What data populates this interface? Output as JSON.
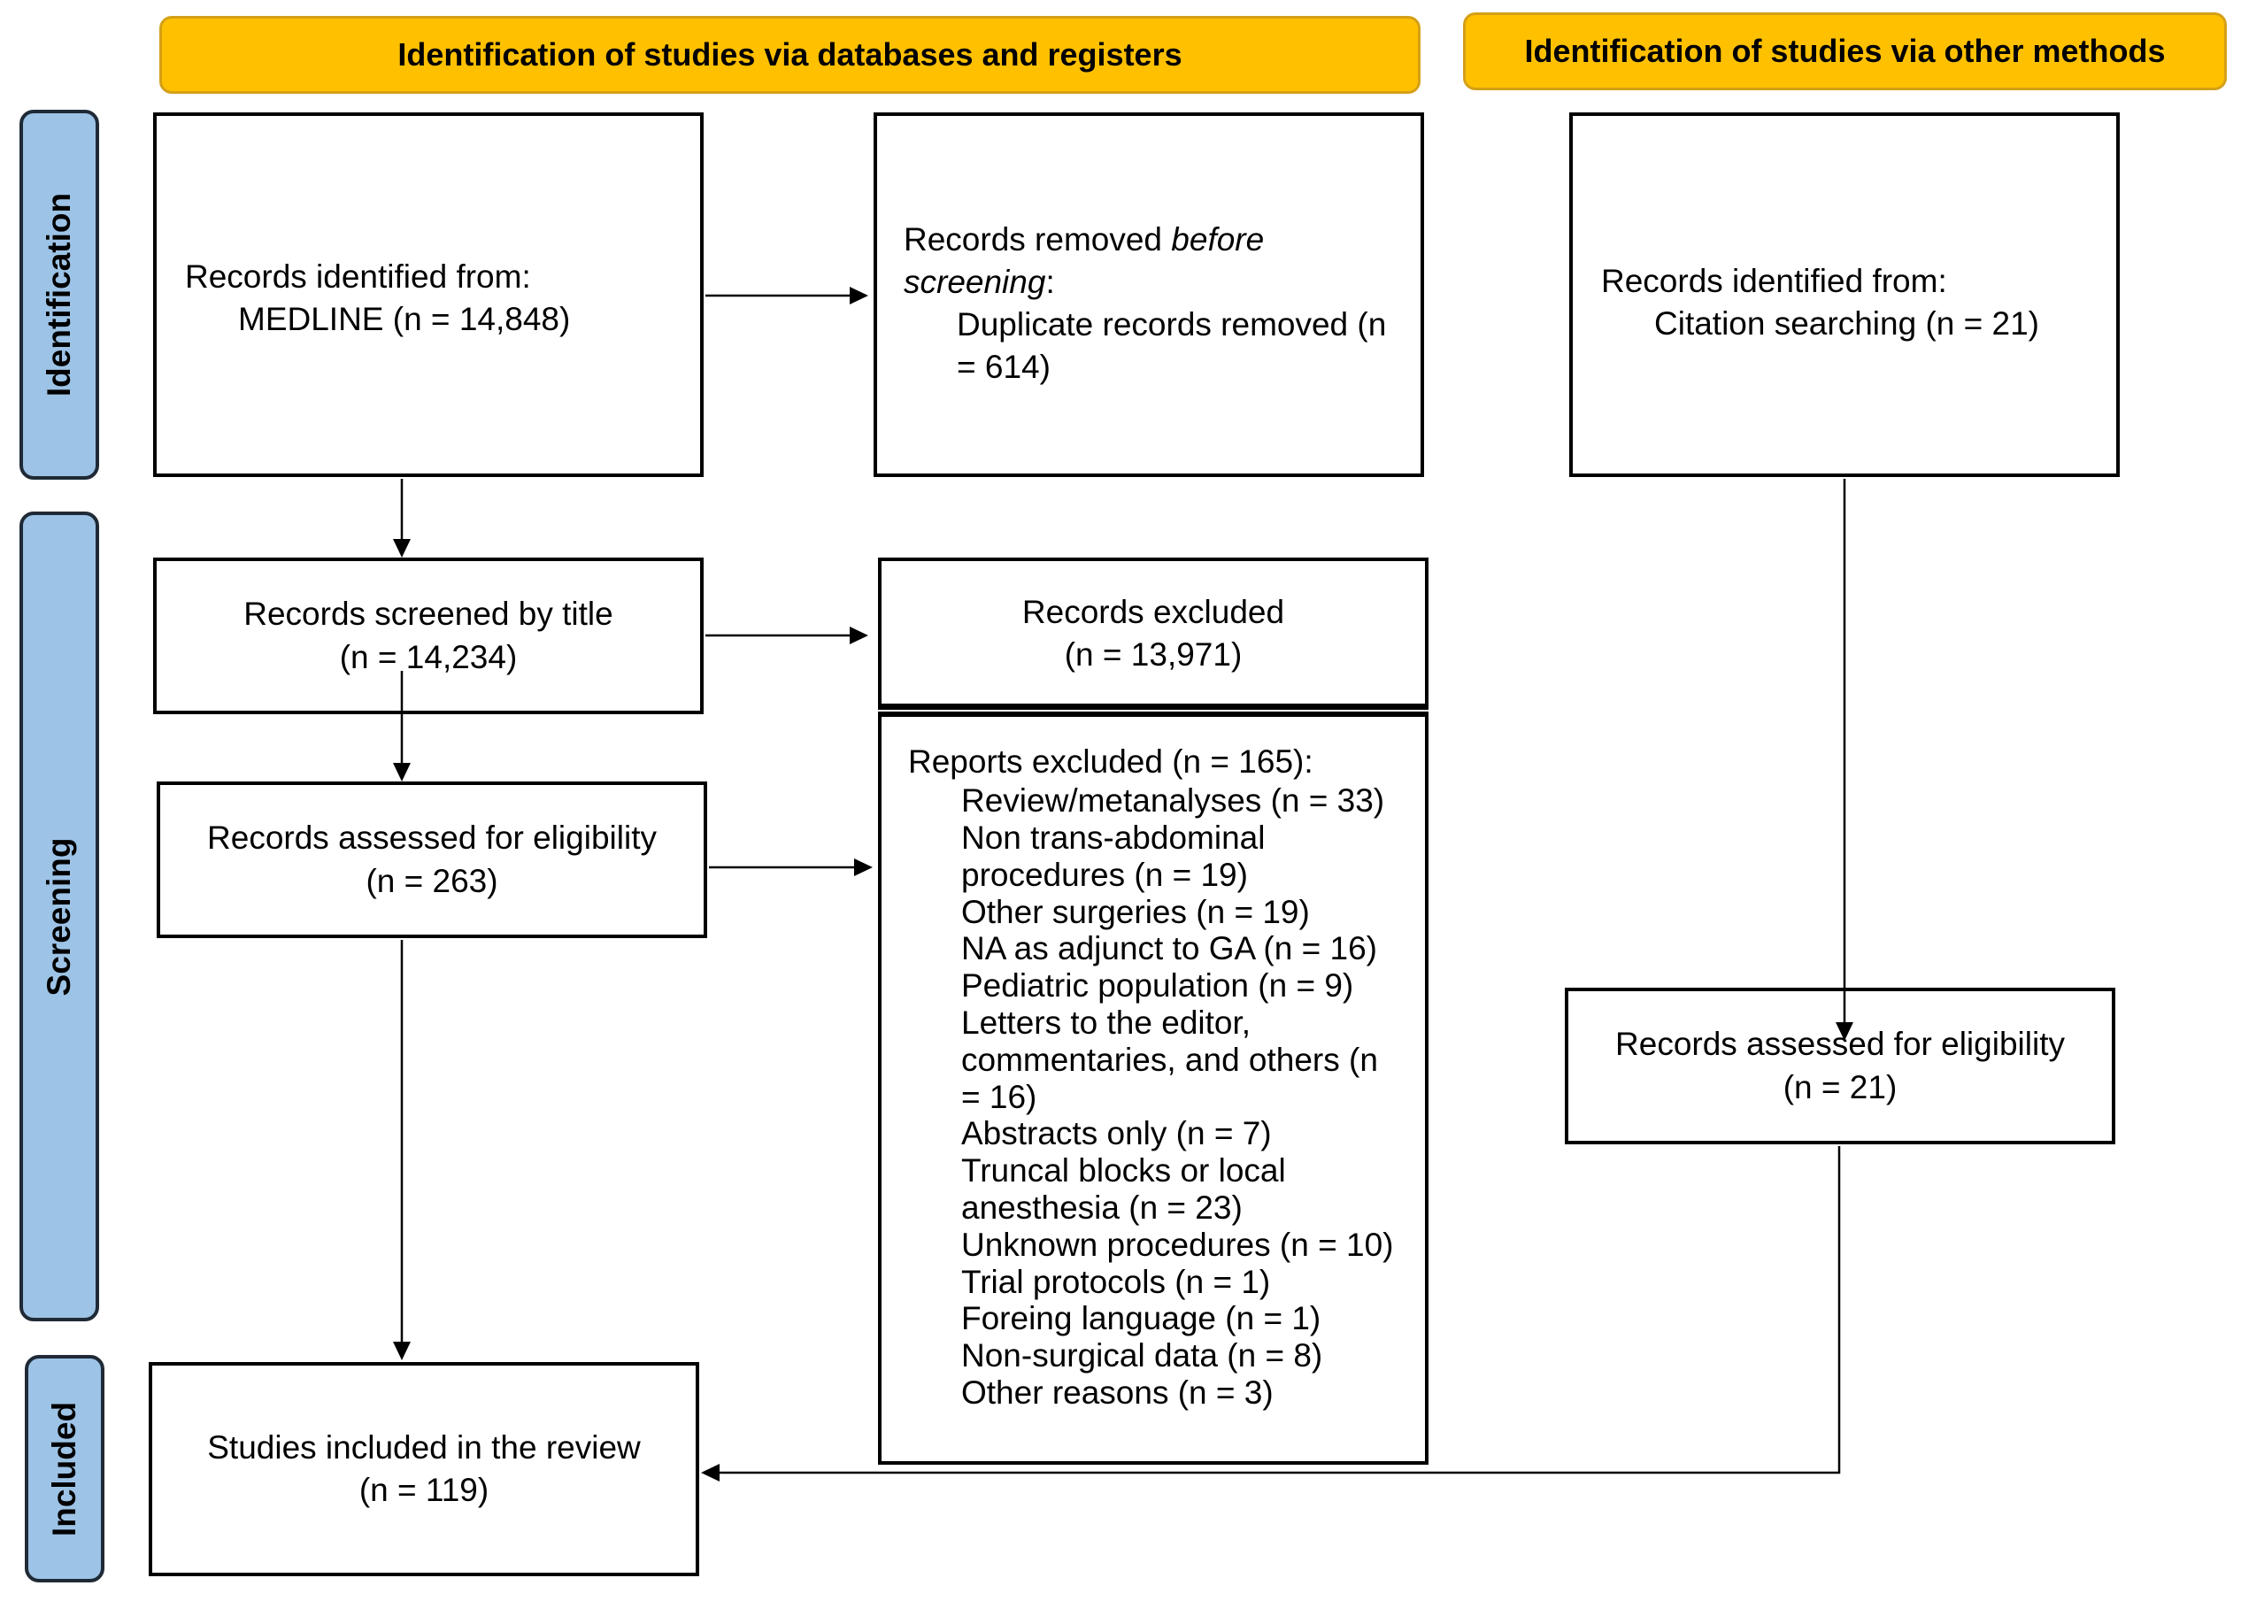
{
  "headers": {
    "databases": "Identification of studies via databases and registers",
    "other": "Identification of studies via other methods"
  },
  "phases": {
    "identification": "Identification",
    "screening": "Screening",
    "included": "Included"
  },
  "boxes": {
    "records_identified": {
      "line1": "Records identified from:",
      "line2": "MEDLINE (n = 14,848)"
    },
    "records_removed": {
      "line1_pre": "Records removed ",
      "line1_em": "before",
      "line2_em": "screening",
      "line2_post": ":",
      "line3": "Duplicate records removed (n",
      "line4": "= 614)"
    },
    "records_identified_other": {
      "line1": "Records identified from:",
      "line2": "Citation searching (n = 21)"
    },
    "records_screened": {
      "line1": "Records screened by title",
      "line2": "(n = 14,234)"
    },
    "records_excluded": {
      "line1": "Records excluded",
      "line2": "(n = 13,971)"
    },
    "records_assessed": {
      "line1": "Records assessed for eligibility",
      "line2": "(n = 263)"
    },
    "reports_excluded": {
      "title": "Reports excluded (n = 165):",
      "items": [
        "Review/metanalyses (n = 33)",
        "Non trans-abdominal",
        "procedures (n = 19)",
        "Other surgeries (n = 19)",
        "NA as adjunct to GA (n = 16)",
        "Pediatric population (n = 9)",
        "Letters to the editor,",
        "commentaries, and others (n",
        "= 16)",
        "Abstracts only (n = 7)",
        "Truncal blocks or local",
        "anesthesia (n = 23)",
        "Unknown procedures (n = 10)",
        "Trial protocols (n = 1)",
        "Foreing language (n = 1)",
        "Non-surgical data (n = 8)",
        "Other reasons (n = 3)"
      ]
    },
    "records_assessed_other": {
      "line1": "Records assessed for eligibility",
      "line2": "(n = 21)"
    },
    "studies_included": {
      "line1": "Studies included in the review",
      "line2": "(n = 119)"
    }
  }
}
